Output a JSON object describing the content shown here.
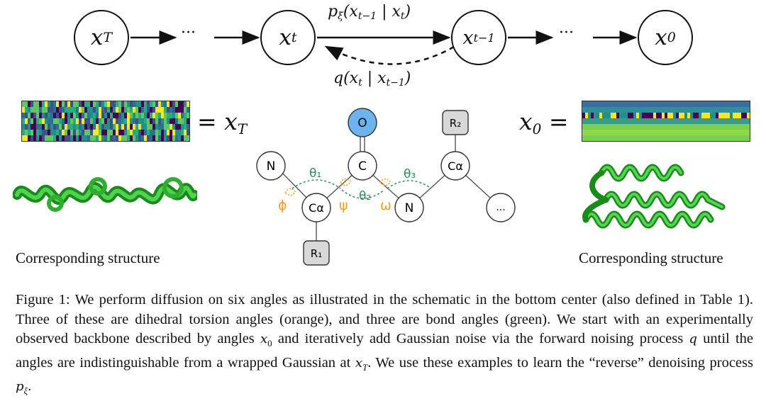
{
  "diagram": {
    "nodes": [
      {
        "id": "x_T",
        "base": "x",
        "sub": "T"
      },
      {
        "id": "x_t",
        "base": "x",
        "sub": "t"
      },
      {
        "id": "x_t-1",
        "base": "x",
        "sub": "t−1"
      },
      {
        "id": "x_0",
        "base": "x",
        "sub": "0"
      }
    ],
    "ellipsis": "···",
    "reverse_label": {
      "p": "p",
      "p_sub": "ξ",
      "args": "(x",
      "args_sub1": "t−1",
      "mid": " | x",
      "args_sub2": "t",
      "close": ")"
    },
    "forward_label": {
      "q": "q(x",
      "sub1": "t",
      "mid": " | x",
      "sub2": "t−1",
      "close": ")"
    }
  },
  "left_panel": {
    "eq_text": "= x",
    "eq_sub": "T",
    "structure_caption": "Corresponding structure"
  },
  "right_panel": {
    "eq_text": "x",
    "eq_sub": "0",
    "eq_suffix": " =",
    "structure_caption": "Corresponding structure"
  },
  "schematic": {
    "atoms": {
      "O": "O",
      "C": "C",
      "R2": "R₂",
      "Ca_top": "Cα",
      "N_left": "N",
      "Ca_mid": "Cα",
      "N_mid": "N",
      "ellipsis": "...",
      "R1": "R₁"
    },
    "angles": {
      "theta1": "θ₁",
      "theta2": "θ₂",
      "theta3": "θ₃",
      "phi": "ϕ",
      "psi": "ψ",
      "omega": "ω"
    },
    "colors": {
      "torsion": "#f0a020",
      "bond": "#2e8b57",
      "oxygen": "#6cb4f0",
      "residue": "#d8d8d8"
    }
  },
  "caption": {
    "part1": "Figure 1: We perform diffusion on six angles as illustrated in the schematic in the bottom center (also defined in Table 1). Three of these are dihedral torsion angles (orange), and three are bond angles (green). We start with an experimentally observed backbone described by angles ",
    "x0": "x",
    "x0_sub": "0",
    "part2": " and iteratively add Gaussian noise via the forward noising process ",
    "q": "q",
    "part3": " until the angles are indistinguishable from a wrapped Gaussian at ",
    "xT": "x",
    "xT_sub": "T",
    "part4": ". We use these examples to learn the “reverse” denoising process ",
    "p": "p",
    "p_sub": "ξ",
    "part5": "."
  }
}
